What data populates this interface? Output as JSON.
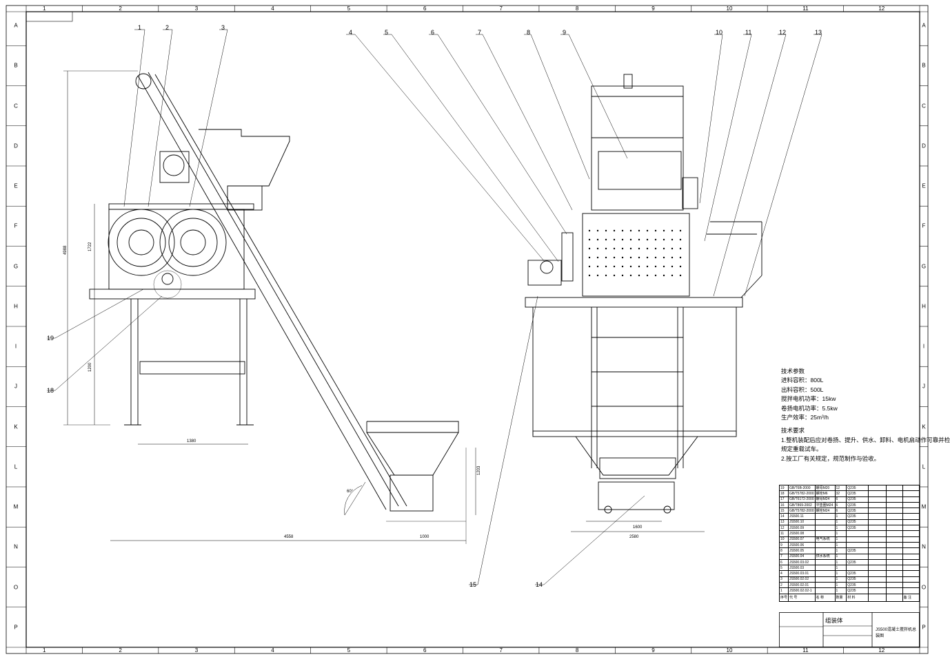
{
  "sheet": {
    "grid_numbers": [
      "1",
      "2",
      "3",
      "4",
      "5",
      "6",
      "7",
      "8",
      "9",
      "10",
      "11",
      "12"
    ],
    "grid_letters": [
      "A",
      "B",
      "C",
      "D",
      "E",
      "F",
      "G",
      "H",
      "I",
      "J",
      "K",
      "L",
      "M",
      "N",
      "O",
      "P"
    ]
  },
  "callouts": {
    "top": [
      "1",
      "2",
      "3",
      "4",
      "5",
      "6",
      "7",
      "8",
      "9",
      "10",
      "11",
      "12",
      "13"
    ],
    "bottom": [
      "15",
      "14"
    ],
    "left": [
      "19",
      "18"
    ]
  },
  "dimensions": {
    "overall_height": "4988",
    "upper_height": "1722",
    "mid_height": "1200",
    "frame_width": "1380",
    "angle": "60°",
    "hopper_height": "1203",
    "total_length": "4558",
    "hopper_width": "1000",
    "side_inner": "1600",
    "side_outer": "2580"
  },
  "notes": {
    "params_title": "技术参数",
    "params": [
      "进料容积：800L",
      "出料容积：500L",
      "搅拌电机功率：15kw",
      "卷扬电机功率：5.5kw",
      "生产效率：25m³/h"
    ],
    "req_title": "技术要求",
    "reqs": [
      "1.整机装配后应对卷扬、提升、供水、卸料、电机启动作可靠并检",
      "规定重载试车。",
      "2.按工厂有关规定，规范制作与验收。"
    ]
  },
  "bom": [
    {
      "no": "19",
      "code": "GB/T6B-2000",
      "name": "螺母M20",
      "qty": "12",
      "mat": "Q235"
    },
    {
      "no": "18",
      "code": "GB/T5782-2000",
      "name": "螺栓M6",
      "qty": "32",
      "mat": "Q235"
    },
    {
      "no": "17",
      "code": "GB/T6172-2000",
      "name": "螺母M24",
      "qty": "6",
      "mat": "Q235"
    },
    {
      "no": "16",
      "code": "GB/T869-2002",
      "name": "平垫圈M24",
      "qty": "6",
      "mat": "Q235"
    },
    {
      "no": "15",
      "code": "GB/T5782-2000",
      "name": "螺栓M24",
      "qty": "6",
      "mat": "Q235"
    },
    {
      "no": "14",
      "code": "JS500.11",
      "name": "",
      "qty": "1",
      "mat": "Q235"
    },
    {
      "no": "13",
      "code": "JS500.10",
      "name": "",
      "qty": "1",
      "mat": "Q235"
    },
    {
      "no": "12",
      "code": "JS500.09",
      "name": "",
      "qty": "1",
      "mat": "Q235"
    },
    {
      "no": "11",
      "code": "JS500.08",
      "name": "",
      "qty": "1",
      "mat": ""
    },
    {
      "no": "10",
      "code": "JS500.07",
      "name": "电气系统",
      "qty": "1",
      "mat": ""
    },
    {
      "no": "9",
      "code": "JS500.06",
      "name": "",
      "qty": "1",
      "mat": ""
    },
    {
      "no": "8",
      "code": "JS500.05",
      "name": "",
      "qty": "1",
      "mat": "Q235"
    },
    {
      "no": "7",
      "code": "JS500.04",
      "name": "供水系统",
      "qty": "1",
      "mat": ""
    },
    {
      "no": "6",
      "code": "JS500.03.02",
      "name": "",
      "qty": "1",
      "mat": "Q235"
    },
    {
      "no": "5",
      "code": "JS500.03",
      "name": "",
      "qty": "1",
      "mat": ""
    },
    {
      "no": "4",
      "code": "JS500.03.01",
      "name": "",
      "qty": "1",
      "mat": "Q235"
    },
    {
      "no": "3",
      "code": "JS500.02.02",
      "name": "",
      "qty": "1",
      "mat": "Q235"
    },
    {
      "no": "2",
      "code": "JS500.02.01",
      "name": "",
      "qty": "1",
      "mat": "Q235"
    },
    {
      "no": "1",
      "code": "JS500.02.02-1",
      "name": "",
      "qty": "1",
      "mat": "Q235"
    }
  ],
  "bom_header": {
    "no": "序号",
    "code": "代 号",
    "name": "名 称",
    "qty": "数量",
    "mat": "材 料",
    "note": "备 注"
  },
  "title_block": {
    "main": "组装体",
    "drawing": "JS500混凝土搅拌机总装图"
  }
}
